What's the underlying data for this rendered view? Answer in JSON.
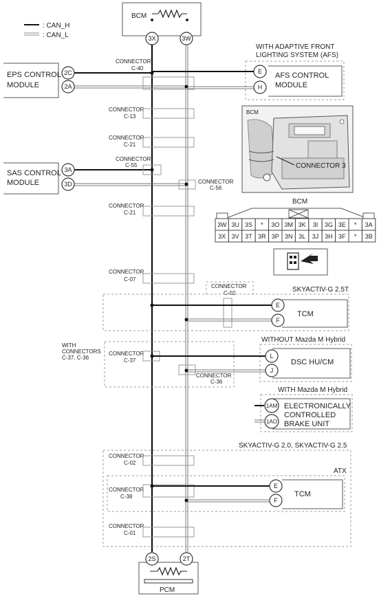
{
  "legend": {
    "can_h": ": CAN_H",
    "can_l": ": CAN_L"
  },
  "bcm": {
    "label": "BCM",
    "pin_h": "3X",
    "pin_l": "3W"
  },
  "pcm": {
    "label": "PCM",
    "pin_h": "2S",
    "pin_l": "2T"
  },
  "eps": {
    "label1": "EPS CONTROL",
    "label2": "MODULE",
    "pin_h": "2C",
    "pin_l": "2A"
  },
  "sas": {
    "label1": "SAS CONTROL",
    "label2": "MODULE",
    "pin_h": "3A",
    "pin_l": "3D"
  },
  "afs": {
    "title1": "WITH ADAPTIVE FRONT",
    "title2": "LIGHTING SYSTEM (AFS)",
    "label1": "AFS CONTROL",
    "label2": "MODULE",
    "pin_h": "E",
    "pin_l": "H"
  },
  "connector_word": "CONNECTOR",
  "connectors": {
    "c40": "C-40",
    "c13": "C-13",
    "c21a": "C-21",
    "c55": "C-55",
    "c56": "C-56",
    "c21b": "C-21",
    "c07": "C-07",
    "c02a": "C-02",
    "c37": "C-37",
    "c36": "C-36",
    "c02b": "C-02",
    "c38": "C-38",
    "c01": "C-01"
  },
  "photo": {
    "bcm": "BCM",
    "connector": "CONNECTOR 3"
  },
  "pinout": {
    "title": "BCM",
    "row1": [
      "3W",
      "3U",
      "3S",
      "*",
      "3O",
      "3M",
      "3K",
      "3I",
      "3G",
      "3E",
      "*",
      "3A"
    ],
    "row2": [
      "3X",
      "3V",
      "3T",
      "3R",
      "3P",
      "3N",
      "3L",
      "3J",
      "3H",
      "3F",
      "*",
      "3B"
    ]
  },
  "skyactiv25t": {
    "title": "SKYACTIV-G 2.5T",
    "label": "TCM",
    "pin_h": "E",
    "pin_l": "F"
  },
  "with_connectors": {
    "line1": "WITH",
    "line2": "CONNECTORS",
    "line3": "C-37, C-36"
  },
  "dsc": {
    "title": "WITHOUT Mazda M Hybrid",
    "label": "DSC HU/CM",
    "pin_h": "L",
    "pin_l": "J"
  },
  "ecbu": {
    "title": "WITH Mazda M Hybrid",
    "label1": "ELECTRONICALLY",
    "label2": "CONTROLLED",
    "label3": "BRAKE UNIT",
    "pin_h": "1AM",
    "pin_l": "1AO"
  },
  "skyactiv2025": {
    "title": "SKYACTIV-G 2.0, SKYACTIV-G 2.5"
  },
  "atx": {
    "title": "ATX",
    "label": "TCM",
    "pin_h": "E",
    "pin_l": "F"
  }
}
